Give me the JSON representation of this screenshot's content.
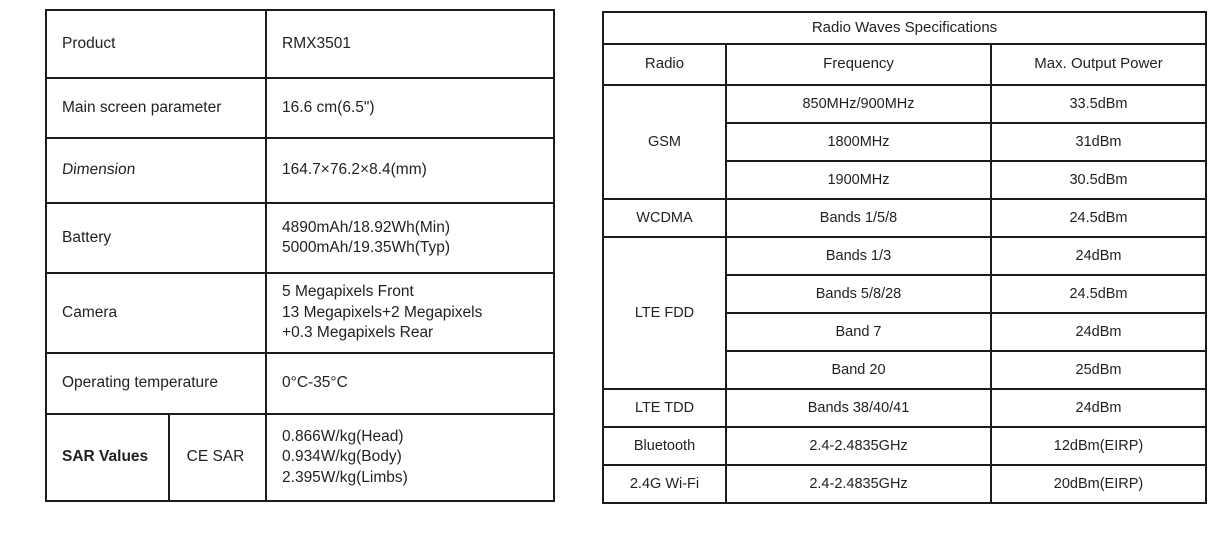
{
  "colors": {
    "background": "#ffffff",
    "border": "#1c1c1c",
    "text": "#231f20"
  },
  "device_table": {
    "rows": [
      {
        "label": "Product",
        "value": "RMX3501"
      },
      {
        "label": "Main screen parameter",
        "value": "16.6 cm(6.5\")"
      },
      {
        "label": "Dimension",
        "value": "164.7×76.2×8.4(mm)"
      },
      {
        "label": "Battery",
        "value": "4890mAh/18.92Wh(Min)\n5000mAh/19.35Wh(Typ)"
      },
      {
        "label": "Camera",
        "value": "5 Megapixels Front\n13 Megapixels+2 Megapixels\n+0.3 Megapixels Rear"
      },
      {
        "label": "Operating temperature",
        "value": "0°C-35°C"
      }
    ],
    "sar": {
      "label": "SAR Values",
      "sublabel": "CE SAR",
      "value": "0.866W/kg(Head)\n0.934W/kg(Body)\n2.395W/kg(Limbs)"
    }
  },
  "radio_table": {
    "title": "Radio Waves Specifications",
    "headers": [
      "Radio",
      "Frequency",
      "Max. Output Power"
    ],
    "groups": [
      {
        "radio": "GSM",
        "rows": [
          {
            "freq": "850MHz/900MHz",
            "power": "33.5dBm"
          },
          {
            "freq": "1800MHz",
            "power": "31dBm"
          },
          {
            "freq": "1900MHz",
            "power": "30.5dBm"
          }
        ]
      },
      {
        "radio": "WCDMA",
        "rows": [
          {
            "freq": "Bands 1/5/8",
            "power": "24.5dBm"
          }
        ]
      },
      {
        "radio": "LTE FDD",
        "rows": [
          {
            "freq": "Bands 1/3",
            "power": "24dBm"
          },
          {
            "freq": "Bands 5/8/28",
            "power": "24.5dBm"
          },
          {
            "freq": "Band 7",
            "power": "24dBm"
          },
          {
            "freq": "Band 20",
            "power": "25dBm"
          }
        ]
      },
      {
        "radio": "LTE TDD",
        "rows": [
          {
            "freq": "Bands 38/40/41",
            "power": "24dBm"
          }
        ]
      },
      {
        "radio": "Bluetooth",
        "rows": [
          {
            "freq": "2.4-2.4835GHz",
            "power": "12dBm(EIRP)"
          }
        ]
      },
      {
        "radio": "2.4G Wi-Fi",
        "rows": [
          {
            "freq": "2.4-2.4835GHz",
            "power": "20dBm(EIRP)"
          }
        ]
      }
    ]
  }
}
